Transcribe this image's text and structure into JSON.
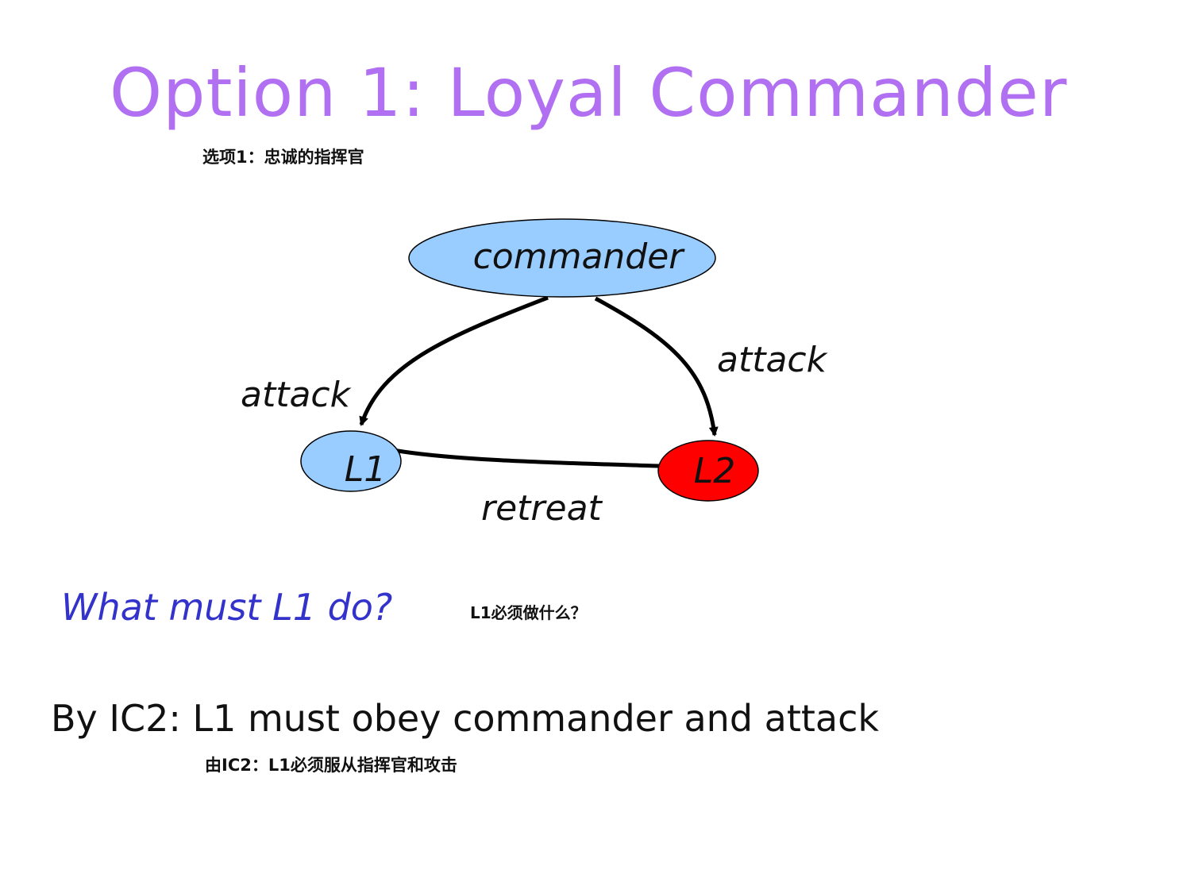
{
  "slide": {
    "title": "Option 1: Loyal Commander",
    "title_cn": "选项1：忠诚的指挥官",
    "question": "What must L1 do?",
    "question_cn": "L1必须做什么？",
    "answer": "By IC2: L1 must obey commander and attack",
    "answer_cn": "由IC2：L1必须服从指挥官和攻击"
  },
  "diagram": {
    "nodes": {
      "commander": {
        "label": "commander",
        "color": "#99ccff"
      },
      "l1": {
        "label": "L1",
        "color": "#99ccff"
      },
      "l2": {
        "label": "L2",
        "color": "#ff0000"
      }
    },
    "edges": {
      "commander_to_l1": {
        "label": "attack"
      },
      "commander_to_l2": {
        "label": "attack"
      },
      "l2_to_l1": {
        "label": "retreat"
      }
    }
  },
  "colors": {
    "title": "#b16ff2",
    "question": "#3333cc",
    "text": "#111111"
  }
}
